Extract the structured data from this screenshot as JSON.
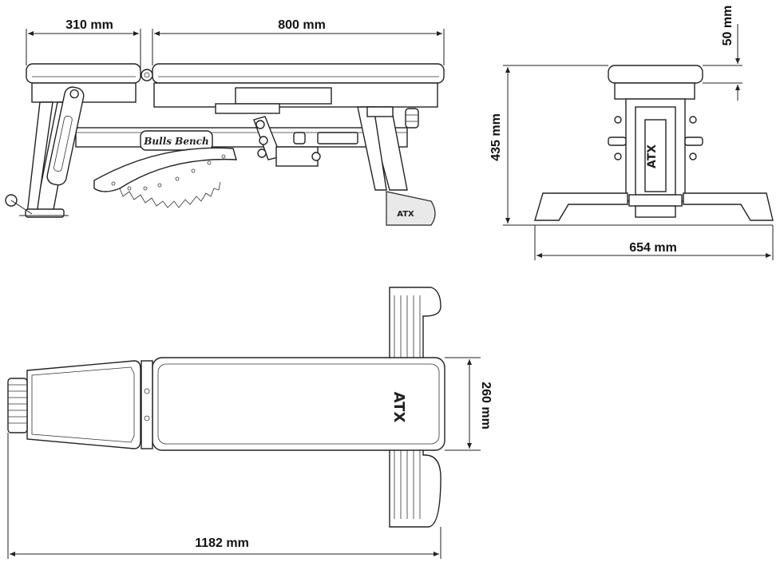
{
  "dimensions": {
    "side_seat_length": "310 mm",
    "side_back_length": "800 mm",
    "pad_thickness": "50 mm",
    "height": "435 mm",
    "width": "654 mm",
    "pad_width": "260 mm",
    "total_length": "1182 mm"
  },
  "branding": {
    "logo": "ATX",
    "model_script": "Bulls Bench"
  }
}
